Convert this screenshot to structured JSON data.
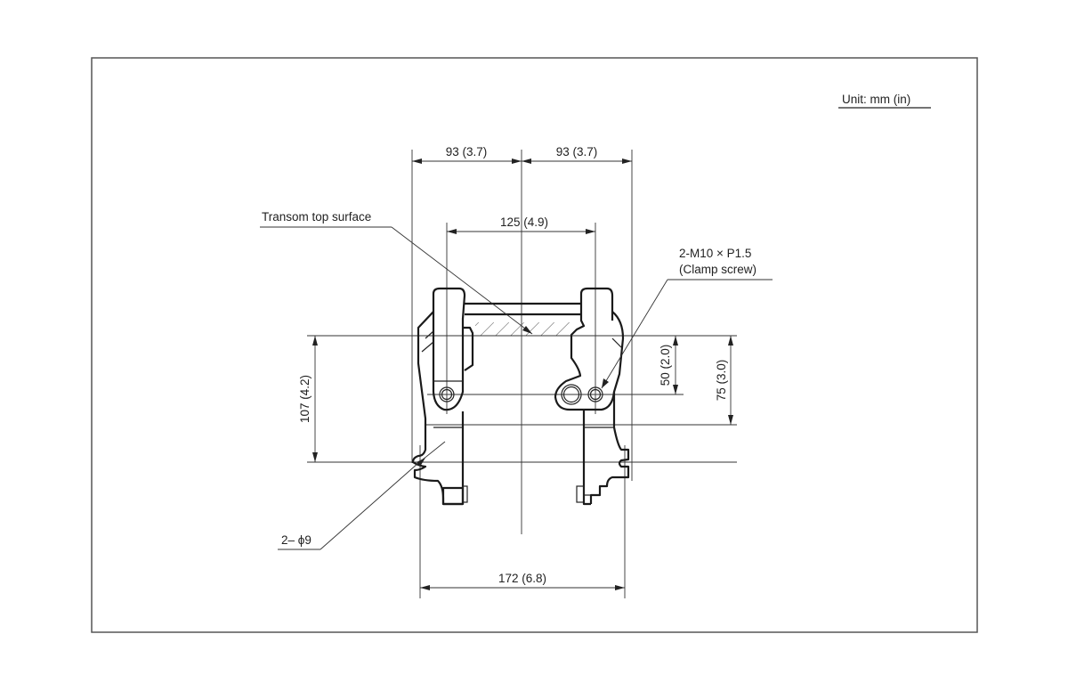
{
  "unit_label": "Unit: mm (in)",
  "dimensions": {
    "top_left": "93 (3.7)",
    "top_right": "93 (3.7)",
    "clamp_span": "125 (4.9)",
    "bottom_span": "172 (6.8)",
    "left_vertical": "107 (4.2)",
    "right_inner_vertical": "50 (2.0)",
    "right_outer_vertical": "75 (3.0)"
  },
  "callouts": {
    "transom": "Transom top surface",
    "clamp_screw_line1": "2-M10 × P1.5",
    "clamp_screw_line2": "(Clamp screw)",
    "holes": "2– ϕ9"
  }
}
